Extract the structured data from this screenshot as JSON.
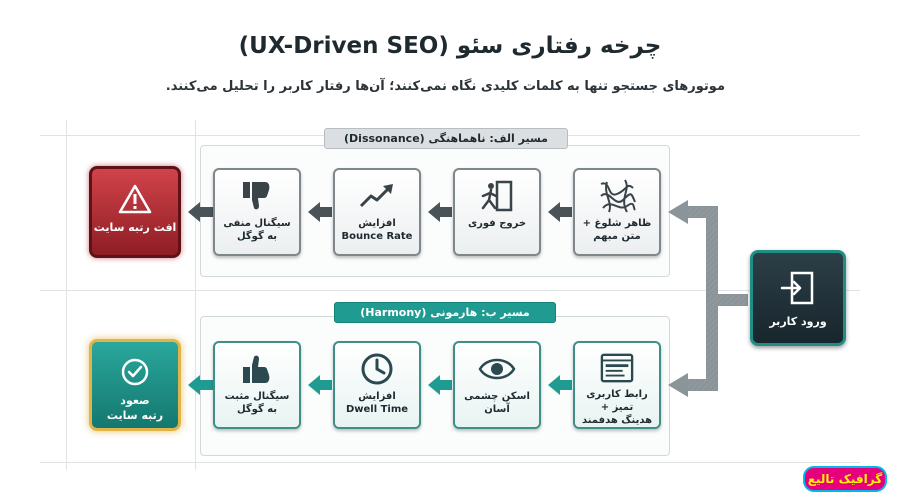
{
  "header": {
    "title": "چرخه رفتاری سئو (UX-Driven SEO)",
    "subtitle": "موتورهای جستجو تنها به کلمات کلیدی نگاه نمی‌کنند؛ آن‌ها رفتار کاربر را تحلیل می‌کنند."
  },
  "entry": {
    "label": "ورود کاربر",
    "icon": "door-enter-icon"
  },
  "path_a": {
    "label": "مسیر الف: ناهماهنگی (Dissonance)",
    "color": "#8f1d24",
    "steps": [
      {
        "line1": "ظاهر شلوغ +",
        "line2": "متن مبهم",
        "icon": "tangled-lines-icon"
      },
      {
        "line1": "خروج فوری",
        "line2": "",
        "icon": "exit-door-icon"
      },
      {
        "line1": "افزایش",
        "line2": "Bounce Rate",
        "icon": "trend-up-icon"
      },
      {
        "line1": "سیگنال منفی",
        "line2": "به گوگل",
        "icon": "thumbs-down-icon"
      }
    ],
    "result": {
      "line1": "افت رتبه سایت",
      "line2": "",
      "icon": "warning-icon"
    }
  },
  "path_b": {
    "label": "مسیر ب: هارمونی (Harmony)",
    "color": "#1f9b92",
    "steps": [
      {
        "line1": "رابط کاربری تمیز +",
        "line2": "هدینگ هدفمند",
        "icon": "browser-window-icon"
      },
      {
        "line1": "اسکن چشمی",
        "line2": "آسان",
        "icon": "eye-icon"
      },
      {
        "line1": "افزایش",
        "line2": "Dwell Time",
        "icon": "clock-icon"
      },
      {
        "line1": "سیگنال مثبت",
        "line2": "به گوگل",
        "icon": "thumbs-up-icon"
      }
    ],
    "result": {
      "line1": "صعود",
      "line2": "رتبه سایت",
      "icon": "check-circle-icon"
    }
  },
  "logo": {
    "text": "گرافیک تالیع"
  }
}
